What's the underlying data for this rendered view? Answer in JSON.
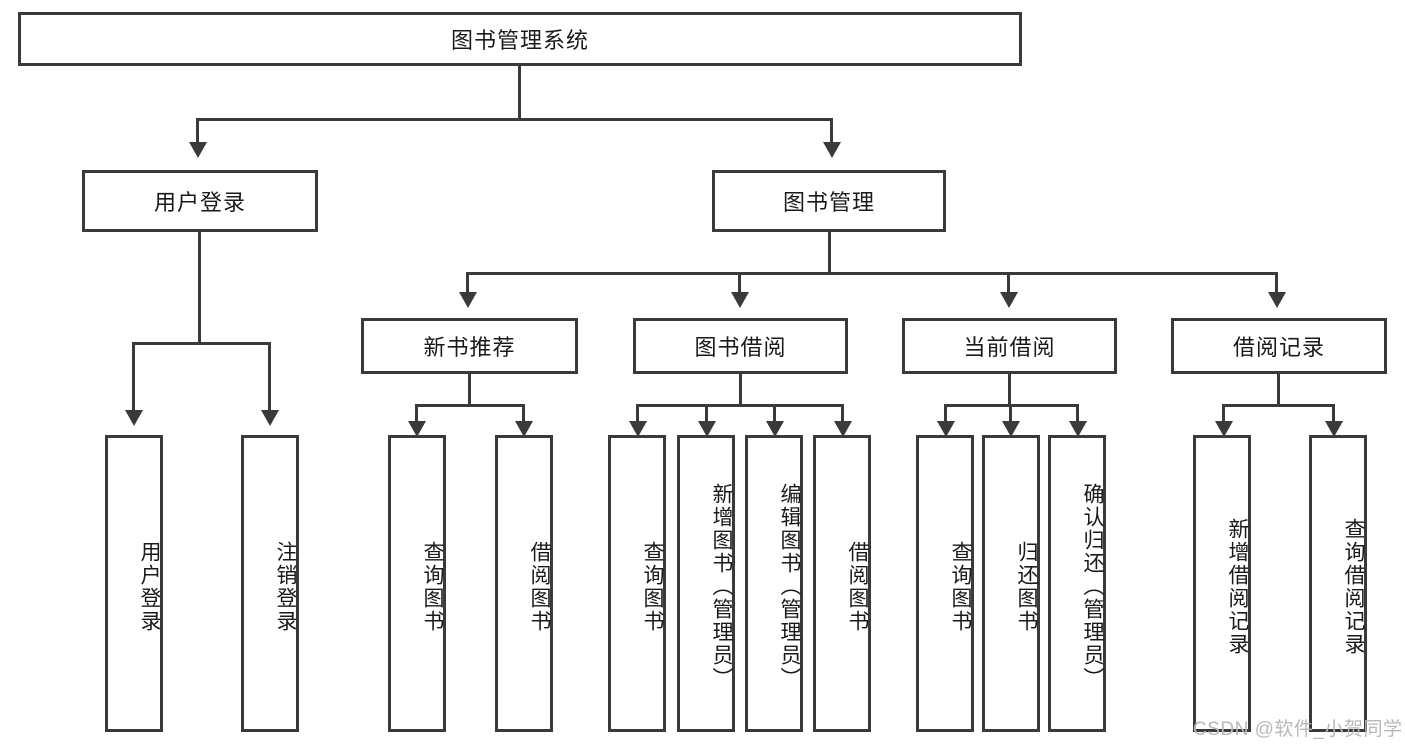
{
  "diagram": {
    "title": "图书管理系统",
    "type": "tree-hierarchy-functional-decomposition",
    "root": {
      "label": "图书管理系统"
    },
    "level2": [
      {
        "label": "用户登录"
      },
      {
        "label": "图书管理"
      }
    ],
    "level3": [
      {
        "label": "新书推荐"
      },
      {
        "label": "图书借阅"
      },
      {
        "label": "当前借阅"
      },
      {
        "label": "借阅记录"
      }
    ],
    "leaves": {
      "user_login": [
        {
          "label": "用户登录"
        },
        {
          "label": "注销登录"
        }
      ],
      "new_book_recommend": [
        {
          "label": "查询图书"
        },
        {
          "label": "借阅图书"
        }
      ],
      "book_borrow": [
        {
          "label": "查询图书"
        },
        {
          "label": "新增图书（管理员）"
        },
        {
          "label": "编辑图书（管理员）"
        },
        {
          "label": "借阅图书"
        }
      ],
      "current_borrow": [
        {
          "label": "查询图书"
        },
        {
          "label": "归还图书"
        },
        {
          "label": "确认归还（管理员）"
        }
      ],
      "borrow_record": [
        {
          "label": "新增借阅记录"
        },
        {
          "label": "查询借阅记录"
        }
      ]
    }
  },
  "watermark": {
    "text": "CSDN @软件_小贺同学"
  },
  "colors": {
    "stroke": "#3a3a3a",
    "fill": "#ffffff",
    "text": "#1a1a1a",
    "watermark": "#b9b9b9"
  }
}
